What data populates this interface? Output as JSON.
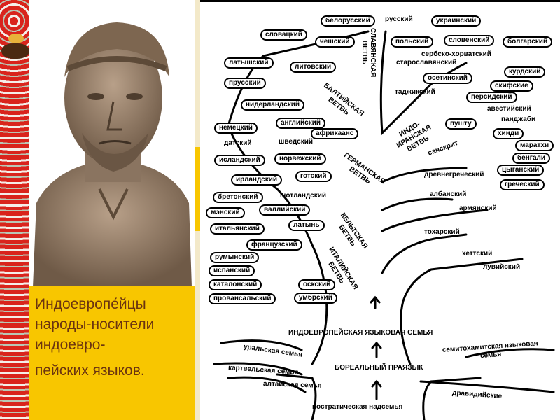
{
  "caption": {
    "line1": "Индоевропе́йцы",
    "line2": "народы-носители",
    "line3": "индоевро-",
    "line4": "пейских языков."
  },
  "diagram": {
    "languages": [
      "белорусский",
      "русский",
      "украинский",
      "словацкий",
      "чешский",
      "польский",
      "словенский",
      "болгарский",
      "сербско-хорватский",
      "старославянский",
      "латышский",
      "литовский",
      "прусский",
      "осетинский",
      "курдский",
      "скифские",
      "таджикский",
      "персидский",
      "авестийский",
      "пушту",
      "панджаби",
      "хинди",
      "маратхи",
      "бенгали",
      "цыганский",
      "санскрит",
      "древнегреческий",
      "греческий",
      "албанский",
      "армянский",
      "тохарский",
      "хеттский",
      "лувийский",
      "нидерландский",
      "немецкий",
      "английский",
      "африкаанс",
      "датский",
      "шведский",
      "исландский",
      "норвежский",
      "ирландский",
      "готский",
      "бретонский",
      "шотландский",
      "мэнский",
      "валлийский",
      "итальянский",
      "латынь",
      "французский",
      "румынский",
      "испанский",
      "каталонский",
      "оскский",
      "провансальский",
      "умбрский"
    ],
    "branches": [
      "СЛАВЯНСКАЯ ВЕТВЬ",
      "БАЛТИЙСКАЯ ВЕТВЬ",
      "ИНДО-ИРАНСКАЯ ВЕТВЬ",
      "ГЕРМАНСКАЯ ВЕТВЬ",
      "КЕЛЬТСКАЯ ВЕТВЬ",
      "ИТАЛИЙСКАЯ ВЕТВЬ"
    ],
    "families": [
      "ИНДОЕВРОПЕЙСКАЯ ЯЗЫКОВАЯ СЕМЬЯ",
      "уральская семья",
      "картвельская семья",
      "БОРЕАЛЬНЫЙ ПРАЯЗЫК",
      "семитохамитская языковая семья",
      "алтайская семья",
      "дравидийские",
      "ностратическая надсемья"
    ]
  }
}
